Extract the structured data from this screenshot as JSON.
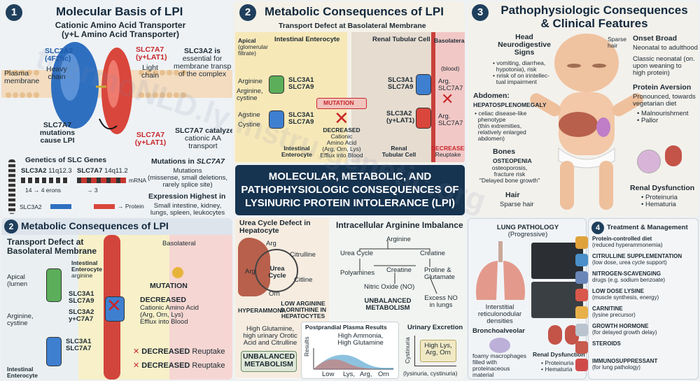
{
  "watermark": "thermoNLD.ly instru.genetic.org",
  "center_title": [
    "MOLECULAR, METABOLIC, AND",
    "PATHOPHYSIOLOGIC CONSEQUENCES OF",
    "LYSINURIC PROTEIN INTOLERANCE (LPI)"
  ],
  "panel1": {
    "badge": "1",
    "title": "Molecular Basis of LPI",
    "subtitle1": "Cationic Amino Acid Transporter",
    "subtitle2": "(y+L Amino Acid Transporter)",
    "slc3a2": "SLC3A2",
    "slc3a2_alt": "(4F2hc)",
    "heavy_chain": "Heavy\nchain",
    "slc7a7": "SLC7A7",
    "slc7a7_alt": "(y+LAT1)",
    "light_chain": "Light\nchain",
    "plasma_membrane": "Plasma\nmembrane",
    "essential_note": [
      "SLC3A2 is",
      "essential for",
      "membrane transp",
      "of the complex"
    ],
    "mutations_note": [
      "SLC7A7",
      "mutations",
      "cause LPI"
    ],
    "slc7a7_bottom": "SLC7A7",
    "slc7a7_bottom_alt": "(y+LAT1)",
    "catalyzes_note": [
      "SLC7A7 catalyzes",
      "cationic AA",
      "transport"
    ],
    "genetics_title": "Genetics of SLC Genes",
    "gene1": "SLC3A2",
    "gene1_loc": "11q12.3",
    "gene2": "SLC7A7",
    "gene2_loc": "14q11.2",
    "exon_left": "14",
    "exon_left_label": "4 erons",
    "exon_right": "3",
    "mrna": "mRNA",
    "slc3a2_small": "SLC3A2",
    "protein": "Protein",
    "mutations_in": "Mutations in ",
    "mutations_in_gene": "SLC7A7",
    "mutations_list": [
      "Mutations",
      "(missense, small deletions,",
      "rarely splice site)"
    ],
    "expression_title": "Expression Highest in",
    "expression_list": [
      "Small intestine, kidney,",
      "lungs, spleen, leukocytes"
    ]
  },
  "panel2a": {
    "badge": "2",
    "title": "Metabolic Consequences of LPI",
    "subtitle": "Transport Defect at Basolateral Membrane",
    "apical": "Apical",
    "apical_sub": [
      "(glomerular",
      "filtrate)"
    ],
    "intestinal": "Intestinal Enterocyte",
    "renal": "Renal Tubular Cell",
    "basolateral": "Basolateral",
    "blood": "(blood)",
    "arginine": "Arginine",
    "arg_cys": [
      "Arginine,",
      "cystine"
    ],
    "agstine": "Agstine",
    "cystine": "Cystine",
    "slc3a1": "SLC3A1",
    "slc7a9": "SLC7A9",
    "mutation": "MUTATION",
    "decreased": "DECREASED",
    "decreased_sub": [
      "Cationic",
      "Amino Acid",
      "(Arg, Orn, Lys)",
      "Efflux into Blood"
    ],
    "slc3a2": "SLC3A2",
    "ylat1": "(y+LAT1)",
    "arg": "Arg.",
    "slc7a7": "SLC7A7",
    "intestinal_bottom": [
      "Intestinal",
      "Enterocyte"
    ],
    "renal_bottom": [
      "Renal",
      "Tubular Cell"
    ],
    "decreased_reuptake": [
      "DECREASED",
      "Reuptake"
    ]
  },
  "panel2b": {
    "badge": "2",
    "title": "Metabolic Consequences of LPI",
    "subtitle": [
      "Transport Defect at",
      "Basolateral Membrane"
    ],
    "basolateral": "Basolateral",
    "intestinal": [
      "Intestinal",
      "Enterocyte",
      "arginine"
    ],
    "apical": [
      "Apical",
      "(lumen"
    ],
    "slc3a1": "SLC3A1",
    "slc7a9": "SLC7A9",
    "arg_cys": [
      "Arginine,",
      "cystine"
    ],
    "slc3a2": "SLC3A2",
    "yc7a7": "y+C7A7",
    "mutation": "MUTATION",
    "decreased": "DECREASED",
    "decreased_sub": [
      "Cationic Amino Acid",
      "(Arg, Orn, Lys)",
      "Efflux into Blood"
    ],
    "slc3a1_b": "SLC3A1",
    "slc7a7_b": "SLC7A7",
    "reuptake1": "DECREASED",
    "reuptake1_sub": " Reuptake",
    "reuptake2": "DECREASED",
    "reuptake2_sub": " Reuptake",
    "intestinal_bottom": [
      "Intestinal",
      "Enterocyte"
    ]
  },
  "urea": {
    "title": [
      "Urea Cycle Defect in",
      "Hepatocyte"
    ],
    "arg": "Arg",
    "citrulline": "Citrulline",
    "arg2": "Arg",
    "urea_cycle": [
      "Urea",
      "Cycle"
    ],
    "citline": "Citline",
    "orn": "Orn",
    "hyperammonemia": "HYPERAMMONA",
    "low_arg": [
      "LOW ARGININE",
      "& ORNITHINE IN",
      "HEPATOCYTES"
    ],
    "high_gln": [
      "High Glutamine,",
      "high urinary Orotic",
      "Acid and Citrulline"
    ],
    "unbalanced": [
      "UNBALANCED",
      "METABOLISM"
    ]
  },
  "arginine": {
    "title": "Intracellular Arginine Imbalance",
    "arginine": "Arginine",
    "urea_cycle": "Urea Cycle",
    "creatine": "Creatine",
    "polyamines": "Polyamines",
    "creatine2": "Creatine",
    "proline": [
      "Proline &",
      "Glutamate"
    ],
    "no": "Nitric Oxide (NO)",
    "unbalanced": [
      "UNBALANCED",
      "METABOLISM"
    ],
    "excess": [
      "Excess NO",
      "in lungs"
    ]
  },
  "plasma_chart": {
    "title": "Postprandial Plasma Results",
    "ylabel": "Results",
    "annotation": [
      "High Ammonia,",
      "High Glutamine"
    ],
    "xticks": [
      "Low",
      "Lys,",
      "Arg,",
      "Orn"
    ],
    "colors": [
      "#2e8fc4",
      "#d96a5a"
    ]
  },
  "urine_chart": {
    "title": "Urinary Excretion",
    "ylabel": "Cystinuria",
    "box": [
      "High Lys,",
      "Arg, Orn"
    ],
    "caption": "(lysinuria, cystinuria)"
  },
  "panel3": {
    "badge": "3",
    "title": [
      "Pathophysiologic Consequences",
      "& Clinical Features"
    ],
    "sparse_hair_top": [
      "Sparse",
      "hair"
    ],
    "head_title": [
      "Head",
      "Neurodigestive",
      "Signs"
    ],
    "head_list": [
      "• vomiting, diarrhea,",
      "  hypotonia), risk",
      "• nrisk of on irintellec-",
      "  tual impairment"
    ],
    "onset_title": "Onset Broad",
    "onset_sub": "Neonatal to adulthood",
    "onset_text": [
      "Classic neonatal (on.",
      "upon weaning to",
      "high protein)"
    ],
    "protein_title": "Protein Aversion",
    "protein_text": [
      "Pronounced, towards",
      "vegetarian diet"
    ],
    "protein_list": [
      "• Malnourishment",
      "• Pallor"
    ],
    "abdomen_title": "Abdomen:",
    "abdomen_sub": "HEPATOSPLENOMEGALY",
    "abdomen_list": [
      "• celiac disease-like",
      "  phenotype",
      "  (thin extremities,",
      "  relatively enlarged",
      "  abdomen)"
    ],
    "bones_title": "Bones",
    "bones_sub": "OSTEOPENIA",
    "bones_text": [
      "osteoporosis,",
      "fracture risk",
      "\"Delayed bone growth\""
    ],
    "hair_title": "Hair",
    "hair_text": "Sparse hair",
    "renal_title": "Renal Dysfunction",
    "renal_list": [
      "• Proteinuria",
      "• Hematuria"
    ]
  },
  "lung": {
    "title": [
      "LUNG PATHOLOGY",
      "(Progressive)"
    ],
    "interstitial": [
      "Interstitial",
      "reticulonodular",
      "densities"
    ],
    "broncho": "Bronchoalveolar",
    "foamy": [
      "foamy macrophages",
      "filled with",
      "proteinaceous",
      "material"
    ],
    "renal_title": "Renal Dysfunction",
    "renal_list": [
      "• Proteinuria",
      "• Hematuria"
    ]
  },
  "treatment": {
    "badge": "4",
    "title": "Treatment & Management",
    "items": [
      {
        "title": "Protein-controlled diet",
        "sub": "(reduced hyperammonemia)",
        "color": "#e0a23a"
      },
      {
        "title": "CITRULLINE SUPPLEMENTATION",
        "sub": "(low dose, urea cycle support)",
        "color": "#4a8fc9"
      },
      {
        "title": "NITROGEN-SCAVENGING",
        "sub": "drugs (e.g. sodium benzoate)",
        "color": "#6a86b8"
      },
      {
        "title": "LOW DOSE LYSINE",
        "sub": "(muscle synthesis, energy)",
        "color": "#d9574b"
      },
      {
        "title": "CARNITINE",
        "sub": "(lysine precursor)",
        "color": "#e8b04a"
      },
      {
        "title": "GROWTH HORMONE",
        "sub": "(for delayed growth delay)",
        "color": "#b9c4cf"
      },
      {
        "title": "STEROIDS",
        "sub": "",
        "color": "#c85a4e"
      },
      {
        "title": "IMMUNOSUPPRESSANT",
        "sub": "(for lung pathology)",
        "color": "#d14a4a"
      }
    ]
  }
}
